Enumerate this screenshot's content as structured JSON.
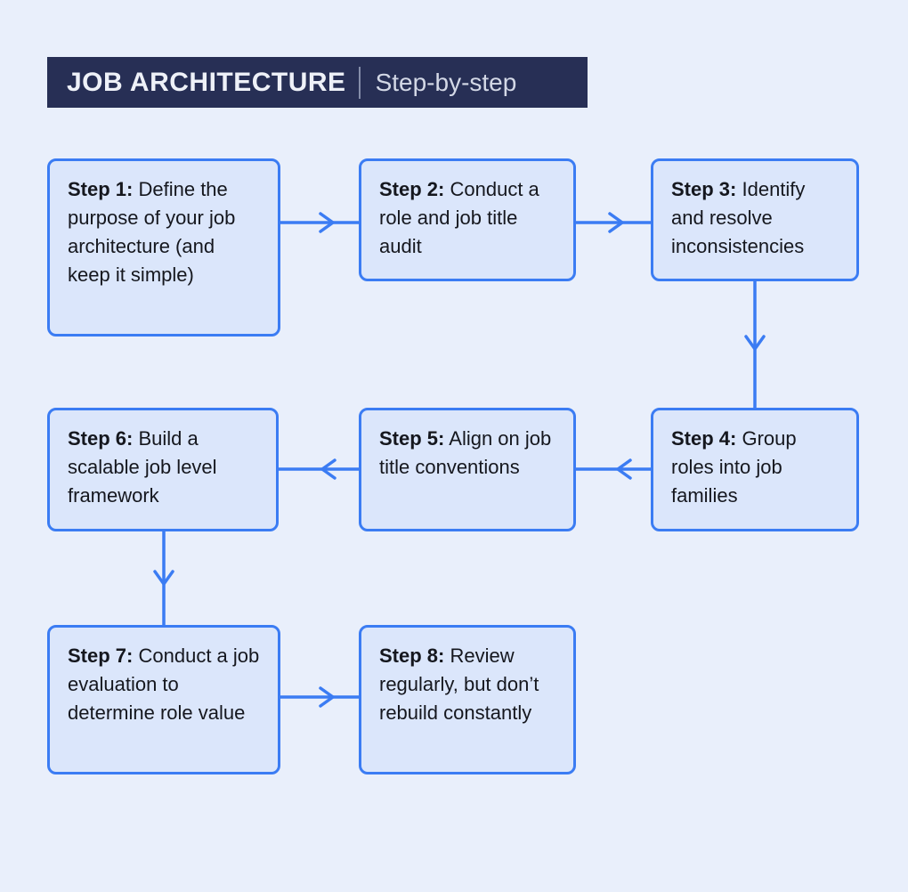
{
  "header": {
    "title": "JOB ARCHITECTURE",
    "subtitle": "Step-by-step"
  },
  "steps": [
    {
      "label": "Step 1:",
      "text": "Define the purpose of your job architecture (and keep it simple)"
    },
    {
      "label": "Step 2:",
      "text": "Conduct a role and job title audit"
    },
    {
      "label": "Step 3:",
      "text": "Identify and resolve inconsistencies"
    },
    {
      "label": "Step 4:",
      "text": "Group roles into job families"
    },
    {
      "label": "Step 5:",
      "text": "Align on job title conventions"
    },
    {
      "label": "Step 6:",
      "text": "Build a scalable job level framework"
    },
    {
      "label": "Step 7:",
      "text": "Conduct a job evaluation to determine role value"
    },
    {
      "label": "Step 8:",
      "text": "Review regularly, but don’t rebuild constantly"
    }
  ],
  "flow": [
    "step-1 → step-2",
    "step-2 → step-3",
    "step-3 ↓ step-4",
    "step-4 ← step-5",
    "step-5 ← step-6",
    "step-6 ↓ step-7",
    "step-7 → step-8"
  ],
  "colors": {
    "background": "#e9effb",
    "box_fill": "#dbe6fb",
    "accent_blue": "#3b7cf3",
    "header_background": "#272f55",
    "header_title_text": "#eef1f8",
    "header_subtitle_text": "#d3d8e6",
    "step_text": "#15171e"
  }
}
